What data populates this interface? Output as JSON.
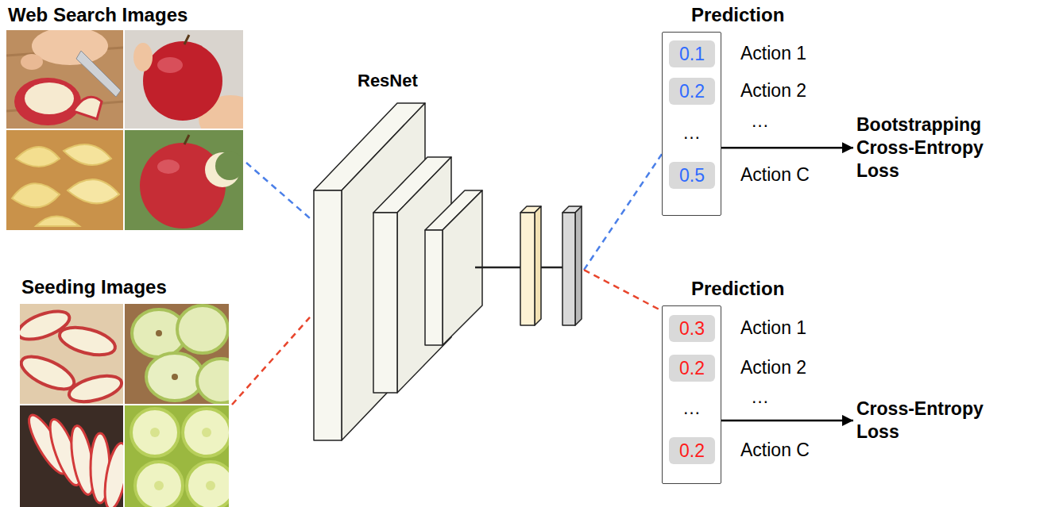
{
  "diagram": {
    "nodes": [
      {
        "text": [
          "Web Search Images"
        ]
      },
      {
        "text": [
          "Seeding Images"
        ]
      },
      {
        "text": [
          "ResNet"
        ]
      },
      {
        "text": [
          "Prediction"
        ]
      },
      {
        "text": [
          "0.1"
        ],
        "in": 3
      },
      {
        "text": [
          "0.2"
        ],
        "in": 3
      },
      {
        "text": [
          "0.5"
        ],
        "in": 3
      },
      {
        "text": [
          "Bootstrapping Cross-Entropy Loss"
        ]
      },
      {
        "text": [
          "Prediction"
        ]
      },
      {
        "text": [
          "0.3"
        ],
        "in": 8
      },
      {
        "text": [
          "0.2"
        ],
        "in": 8
      },
      {
        "text": [
          "0.2"
        ],
        "in": 8
      },
      {
        "text": [
          "Cross-Entropy Loss"
        ]
      }
    ],
    "edges": [
      {
        "from": 0,
        "to": 2,
        "arrow": "none"
      },
      {
        "from": 1,
        "to": 2,
        "arrow": "none"
      },
      {
        "from": 2,
        "to": 3,
        "arrow": "none"
      },
      {
        "from": 2,
        "to": 8,
        "arrow": "none"
      },
      {
        "from": 3,
        "to": 7,
        "arrow": "to"
      },
      {
        "from": 8,
        "to": 12,
        "arrow": "to"
      }
    ],
    "labels": [
      "Action 1",
      "Action 2",
      "…",
      "…",
      "Action C",
      "Action 1",
      "Action 2",
      "…",
      "…",
      "Action C"
    ]
  }
}
